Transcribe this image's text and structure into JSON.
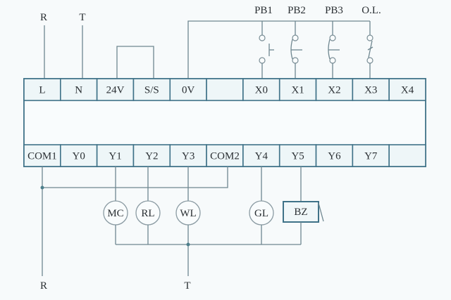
{
  "diagram": {
    "title_inputs_supply": {
      "left": "R",
      "right": "T"
    },
    "title_outputs_supply": {
      "left": "R",
      "right": "T"
    },
    "top_terminals": [
      "L",
      "N",
      "24V",
      "S/S",
      "0V",
      "",
      "X0",
      "X1",
      "X2",
      "X3",
      "X4"
    ],
    "bottom_terminals": [
      "COM1",
      "Y0",
      "Y1",
      "Y2",
      "Y3",
      "COM2",
      "Y4",
      "Y5",
      "Y6",
      "Y7",
      ""
    ],
    "switches": [
      {
        "label": "PB1",
        "type": "normally-open push button",
        "terminal": "X0"
      },
      {
        "label": "PB2",
        "type": "push button (closed)",
        "terminal": "X1"
      },
      {
        "label": "PB3",
        "type": "push button (closed)",
        "terminal": "X2"
      },
      {
        "label": "O.L.",
        "type": "overload contact",
        "terminal": "X3"
      }
    ],
    "loads": [
      {
        "label": "MC",
        "type": "coil",
        "terminal": "Y1"
      },
      {
        "label": "RL",
        "type": "lamp",
        "terminal": "Y2"
      },
      {
        "label": "WL",
        "type": "lamp",
        "terminal": "Y3"
      },
      {
        "label": "GL",
        "type": "lamp",
        "terminal": "Y4"
      },
      {
        "label": "BZ",
        "type": "buzzer",
        "terminal": "Y5"
      }
    ],
    "colors": {
      "frame": "#3f7288",
      "wire": "#6f8790",
      "cell_fill": "#eef6f8"
    }
  }
}
